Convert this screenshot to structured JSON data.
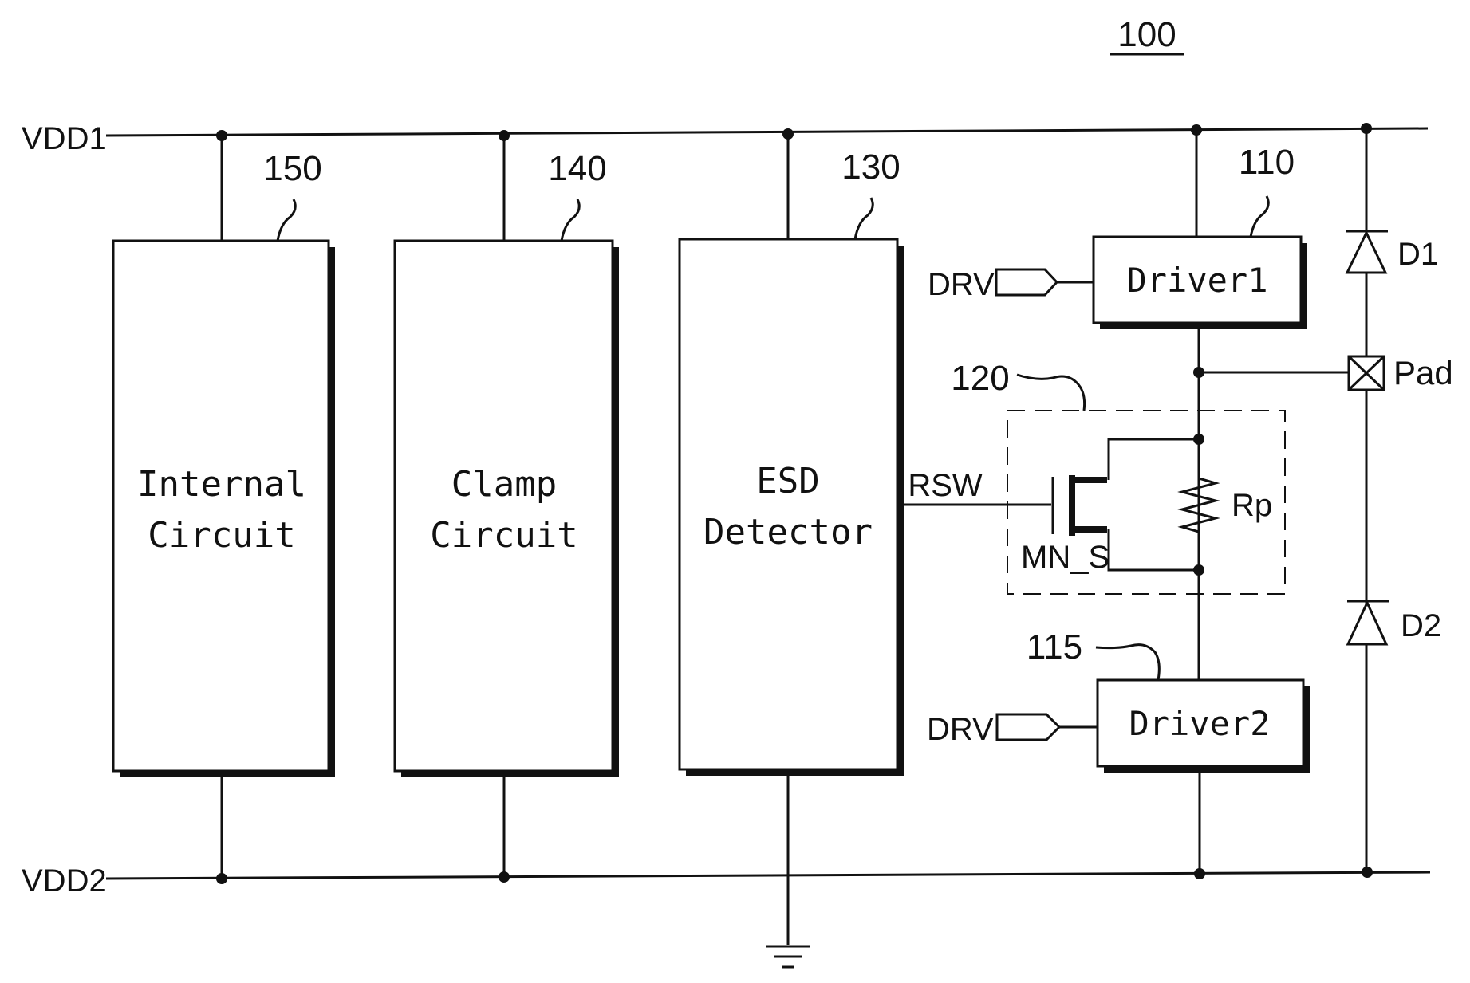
{
  "figure_ref": "100",
  "rails": {
    "top": "VDD1",
    "bottom": "VDD2"
  },
  "blocks": {
    "internal": {
      "ref": "150",
      "line1": "Internal",
      "line2": "Circuit"
    },
    "clamp": {
      "ref": "140",
      "line1": "Clamp",
      "line2": "Circuit"
    },
    "esd": {
      "ref": "130",
      "line1": "ESD",
      "line2": "Detector"
    },
    "driver1": {
      "ref": "110",
      "label": "Driver1",
      "input": "DRV"
    },
    "driver2": {
      "ref": "115",
      "label": "Driver2",
      "input": "DRV"
    }
  },
  "switch": {
    "ref": "120",
    "signal": "RSW",
    "transistor": "MN_S",
    "resistor": "Rp"
  },
  "diodes": {
    "top": "D1",
    "bottom": "D2"
  },
  "pad": "Pad"
}
